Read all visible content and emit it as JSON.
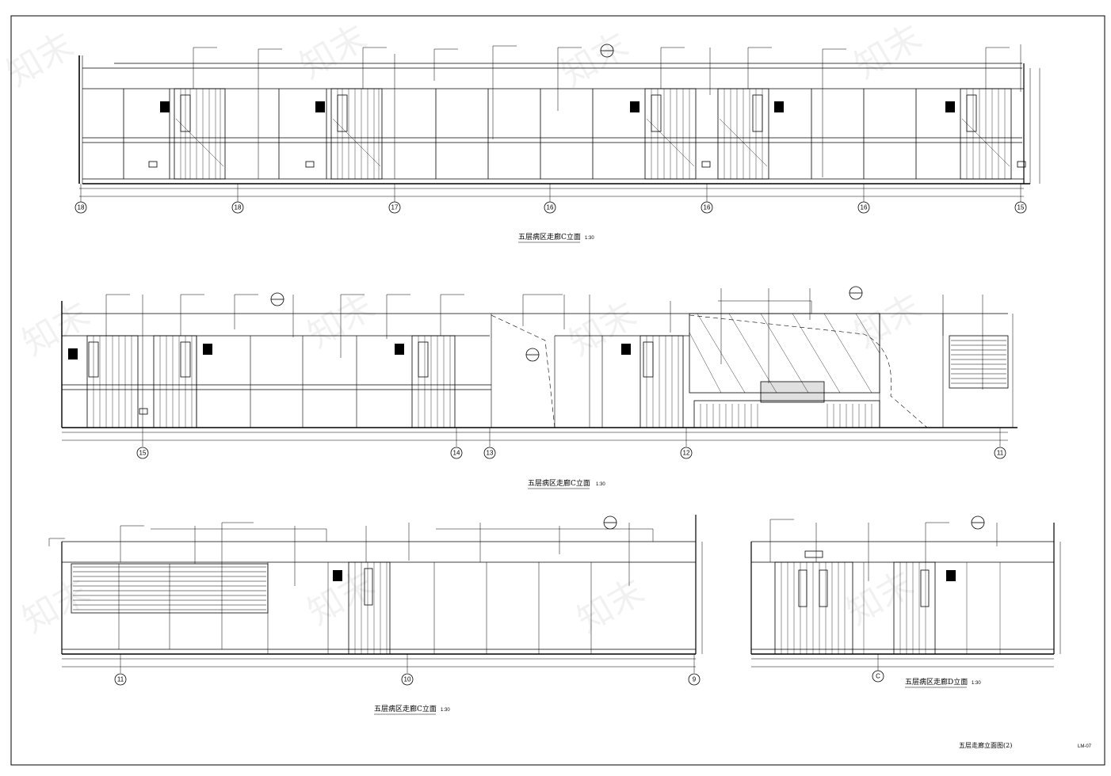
{
  "drawing": {
    "elevations": [
      {
        "id": "elev1",
        "title": "五层病区走廊C立面",
        "scale": "1:30",
        "grid_labels": [
          "18",
          "18",
          "17",
          "16",
          "16",
          "16",
          "15"
        ]
      },
      {
        "id": "elev2",
        "title": "五层病区走廊C立面",
        "scale": "1:30",
        "grid_labels": [
          "15",
          "14",
          "13",
          "12",
          "11"
        ]
      },
      {
        "id": "elev3",
        "title": "五层病区走廊C立面",
        "scale": "1:30",
        "grid_labels": [
          "11",
          "10",
          "9"
        ]
      },
      {
        "id": "elev4",
        "title": "五层病区走廊D立面",
        "scale": "1:30",
        "grid_labels": [
          "C"
        ]
      }
    ],
    "sheet_title": "五层走廊立面图(2)",
    "sheet_number": "LM-07",
    "watermark": "知末"
  }
}
